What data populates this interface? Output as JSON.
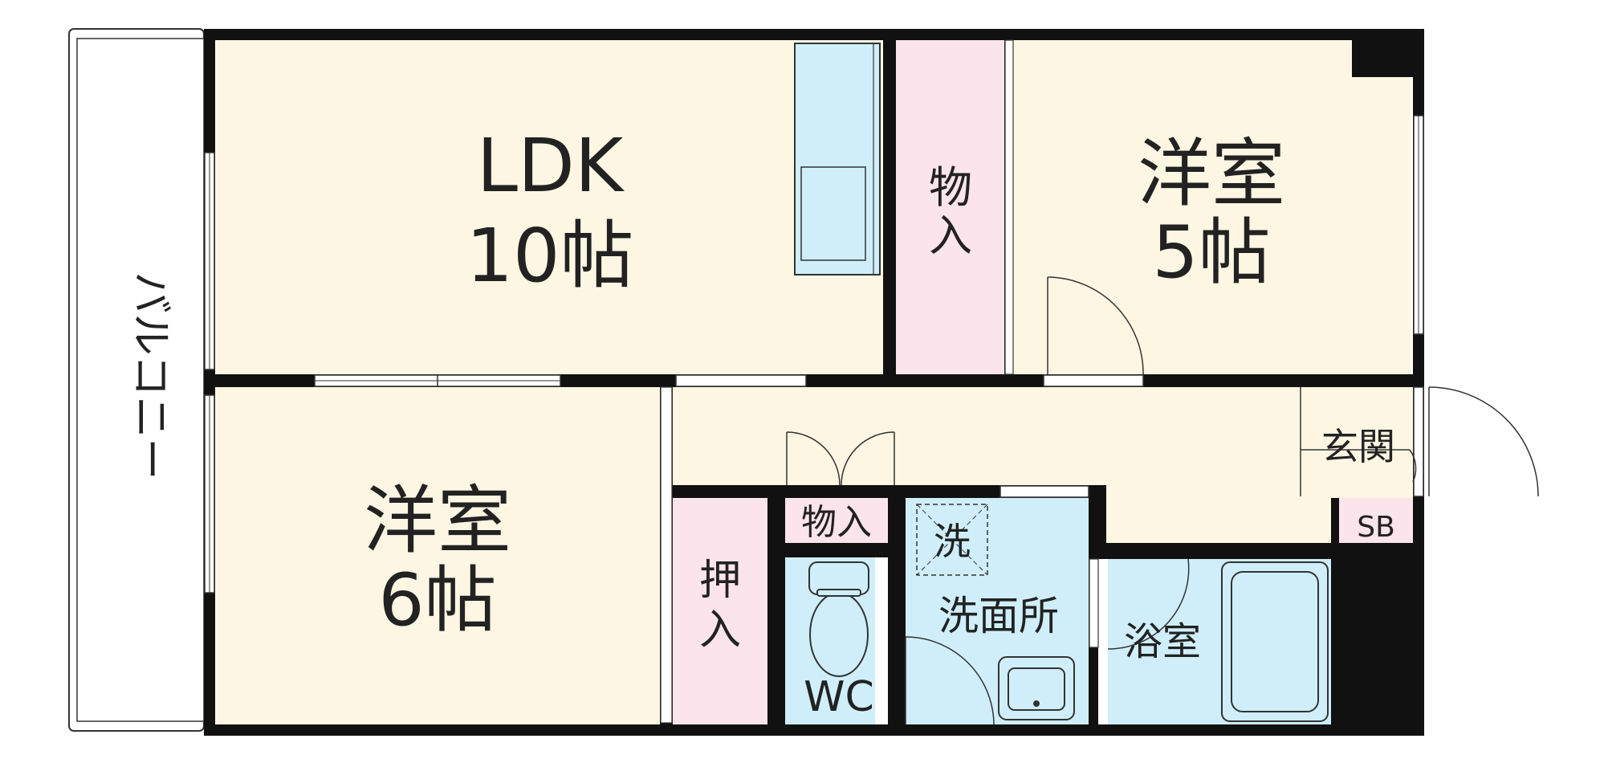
{
  "floorplan": {
    "rooms": {
      "ldk": {
        "name": "LDK",
        "size": "10帖"
      },
      "west_bedroom": {
        "name": "洋室",
        "size": "6帖"
      },
      "east_bedroom": {
        "name": "洋室",
        "size": "5帖"
      },
      "closet_upper": {
        "line1": "物",
        "line2": "入"
      },
      "closet_hall": "物入",
      "oshiire": {
        "line1": "押",
        "line2": "入"
      },
      "toilet": "WC",
      "washroom": "洗面所",
      "washer": "洗",
      "bath": "浴室",
      "entrance": "玄関",
      "shoe_box": "SB",
      "balcony": "バルコニー"
    },
    "colors": {
      "wall": "#111111",
      "floor_cream": "#fdf6e3",
      "floor_pink": "#fce4ec",
      "floor_blue": "#cfeefa",
      "line": "#333333"
    }
  }
}
